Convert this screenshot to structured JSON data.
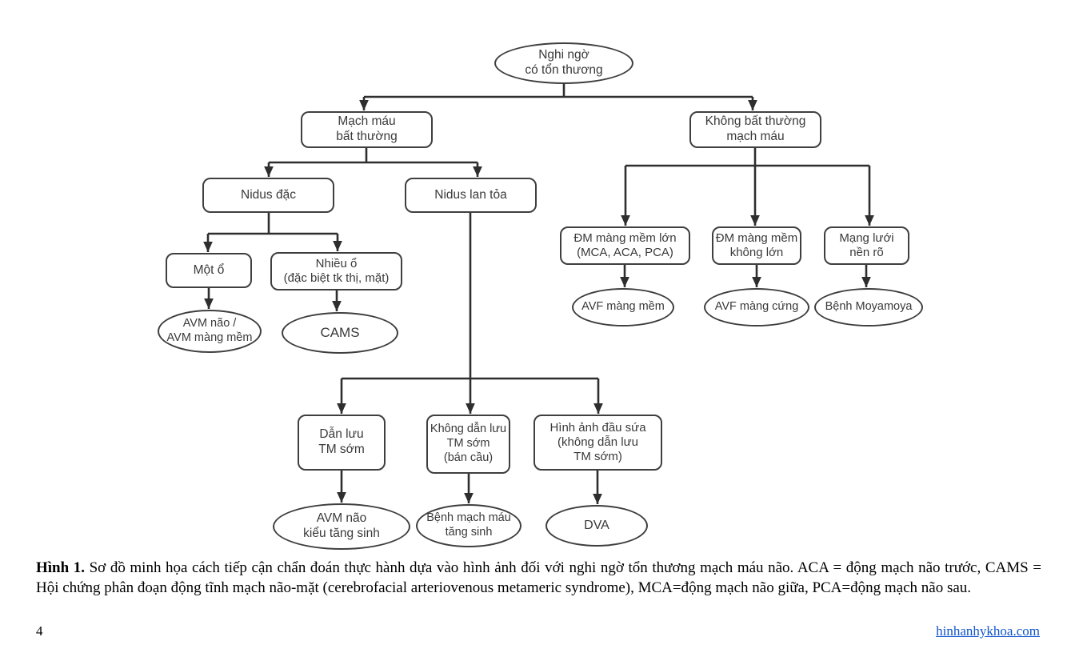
{
  "flowchart": {
    "nodes": {
      "nghingo": {
        "label": "Nghi ngờ\ncó tổn thương"
      },
      "machmau": {
        "label": "Mạch máu\nbất thường"
      },
      "khongbatthuong": {
        "label": "Không bất thường\nmạch máu"
      },
      "nidusdac": {
        "label": "Nidus đặc"
      },
      "niduslantoa": {
        "label": "Nidus lan tỏa"
      },
      "moto": {
        "label": "Một ổ"
      },
      "nhieuo": {
        "label": "Nhiều ổ\n(đặc biệt tk thị, mặt)"
      },
      "avmnao": {
        "label": "AVM não /\nAVM màng mềm"
      },
      "cams": {
        "label": "CAMS"
      },
      "dmlon": {
        "label": "ĐM màng mềm lớn\n(MCA, ACA, PCA)"
      },
      "dmkhonglon": {
        "label": "ĐM màng mềm\nkhông lớn"
      },
      "mangluoi": {
        "label": "Mạng lưới\nnền rõ"
      },
      "avfmangmem": {
        "label": "AVF màng mềm"
      },
      "avfmangcung": {
        "label": "AVF màng cứng"
      },
      "moyamoya": {
        "label": "Bệnh Moyamoya"
      },
      "danluu": {
        "label": "Dẫn lưu\nTM sớm"
      },
      "khongdanluu": {
        "label": "Không dẫn lưu\nTM sớm\n(bán cầu)"
      },
      "dausua": {
        "label": "Hình ảnh đầu sứa\n(không dẫn lưu\nTM sớm)"
      },
      "avmtangsinh": {
        "label": "AVM não\nkiểu tăng sinh"
      },
      "benhmachmau": {
        "label": "Bệnh mạch máu\ntăng sinh"
      },
      "dva": {
        "label": "DVA"
      }
    },
    "edges": [
      [
        "nghingo",
        "machmau"
      ],
      [
        "nghingo",
        "khongbatthuong"
      ],
      [
        "machmau",
        "nidusdac"
      ],
      [
        "machmau",
        "niduslantoa"
      ],
      [
        "nidusdac",
        "moto"
      ],
      [
        "nidusdac",
        "nhieuo"
      ],
      [
        "moto",
        "avmnao"
      ],
      [
        "nhieuo",
        "cams"
      ],
      [
        "niduslantoa",
        "danluu"
      ],
      [
        "niduslantoa",
        "khongdanluu"
      ],
      [
        "niduslantoa",
        "dausua"
      ],
      [
        "danluu",
        "avmtangsinh"
      ],
      [
        "khongdanluu",
        "benhmachmau"
      ],
      [
        "dausua",
        "dva"
      ],
      [
        "khongbatthuong",
        "dmlon"
      ],
      [
        "khongbatthuong",
        "dmkhonglon"
      ],
      [
        "khongbatthuong",
        "mangluoi"
      ],
      [
        "dmlon",
        "avfmangmem"
      ],
      [
        "dmkhonglon",
        "avfmangcung"
      ],
      [
        "mangluoi",
        "moyamoya"
      ]
    ]
  },
  "caption": {
    "label": "Hình 1.",
    "text": " Sơ đồ minh họa cách tiếp cận chẩn đoán thực hành dựa vào hình ảnh đối với nghi ngờ tổn thương mạch máu não. ACA = động mạch não trước, CAMS = Hội chứng phân đoạn động tĩnh mạch não-mặt (cerebrofacial arteriovenous metameric syndrome), MCA=động mạch não giữa, PCA=động mạch não sau."
  },
  "footer": {
    "page_number": "4",
    "link": "hinhanhykhoa.com"
  },
  "colors": {
    "line": "#2e2e2e",
    "node_border": "#3f3f3f",
    "link": "#1155cc"
  }
}
